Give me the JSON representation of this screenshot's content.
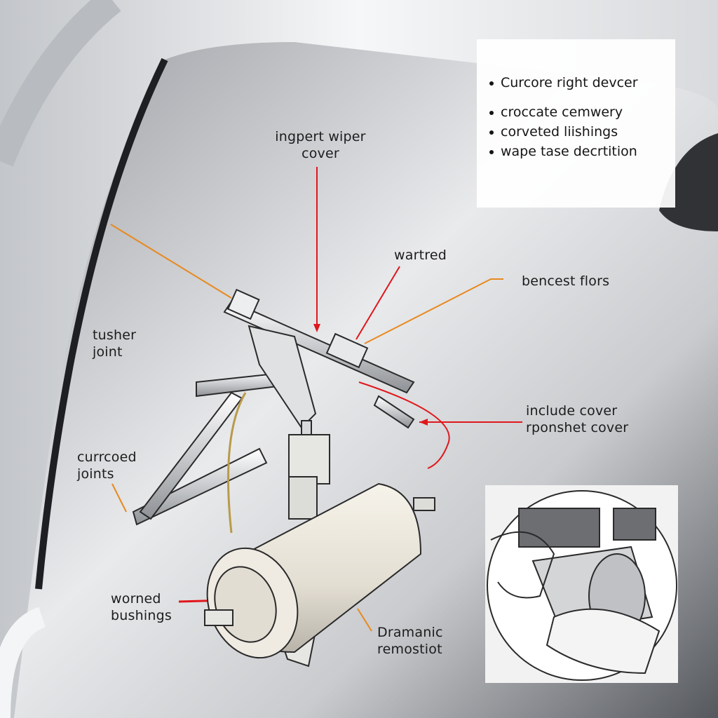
{
  "legend": {
    "items": [
      "Curcore right devcer",
      "croccate cemwery",
      "corveted liishings",
      "wape tase decrtition"
    ]
  },
  "labels": {
    "wiper_cover": [
      "ingpert wiper",
      "cover"
    ],
    "wartred": "wartred",
    "bencest_flors": "bencest flors",
    "tusher_joint": [
      "tusher",
      "joint"
    ],
    "include_cover": [
      "include cover",
      "rponshet cover"
    ],
    "curred_joints": [
      "currcoed",
      "joints"
    ],
    "worned_bushings": [
      "worned",
      "bushings"
    ],
    "dramanic": [
      "Dramanic",
      "remostiot"
    ]
  },
  "colors": {
    "leader_red": "#e0171c",
    "leader_orange": "#e8891f",
    "frame": "#eef0f2",
    "glass_dark": "#5a5d62"
  }
}
